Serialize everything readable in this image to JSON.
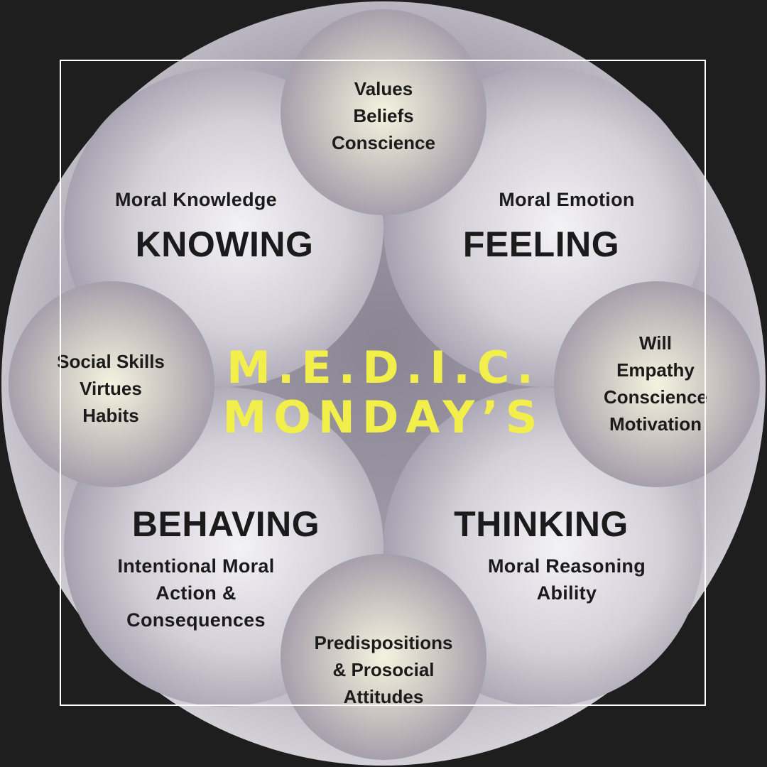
{
  "overlay": {
    "line1": "M.E.D.I.C.",
    "line2": "MONDAY’S"
  },
  "quadrants": {
    "knowing": {
      "title": "KNOWING",
      "subtitle": "Moral Knowledge"
    },
    "feeling": {
      "title": "FEELING",
      "subtitle": "Moral Emotion"
    },
    "behaving": {
      "title": "BEHAVING",
      "subtitle_lines": [
        "Intentional Moral",
        "Action &",
        "Consequences"
      ]
    },
    "thinking": {
      "title": "THINKING",
      "subtitle_lines": [
        "Moral Reasoning",
        "Ability"
      ]
    }
  },
  "petals": {
    "top": [
      "Values",
      "Beliefs",
      "Conscience"
    ],
    "left": [
      "Social Skills",
      "Virtues",
      "Habits"
    ],
    "right": [
      "Will",
      "Empathy",
      "Conscience",
      "Motivation"
    ],
    "bottom": [
      "Predispositions",
      "& Prosocial",
      "Attitudes"
    ]
  },
  "colors": {
    "background": "#1e1e1e",
    "outer_circle": "#b9b5c0",
    "lobe": "#c8c4cd",
    "petal": "#aea8b6",
    "petal_center": "#efeedd",
    "overlay_text": "#f2ef4a",
    "frame": "#ffffff"
  }
}
